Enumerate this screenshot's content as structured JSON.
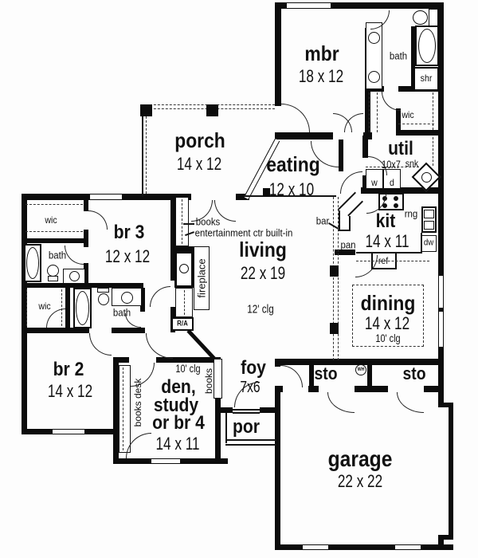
{
  "plan": {
    "rooms": {
      "mbr": {
        "name": "mbr",
        "dims": "18 x 12"
      },
      "bath_master": {
        "name": "bath"
      },
      "shr": {
        "name": "shr"
      },
      "wic_master": {
        "name": "wic"
      },
      "util": {
        "name": "util",
        "dims": "10x7"
      },
      "porch": {
        "name": "porch",
        "dims": "14 x 12"
      },
      "eating": {
        "name": "eating",
        "dims": "12 x 10"
      },
      "kit": {
        "name": "kit",
        "dims": "14 x 11"
      },
      "living": {
        "name": "living",
        "dims": "22 x 19",
        "ceiling": "12' clg"
      },
      "dining": {
        "name": "dining",
        "dims": "14 x 12",
        "ceiling": "10' clg"
      },
      "br3": {
        "name": "br 3",
        "dims": "12 x 12"
      },
      "wic_br3": {
        "name": "wic"
      },
      "bath_br3": {
        "name": "bath"
      },
      "wic_br2": {
        "name": "wic"
      },
      "bath_hall": {
        "name": "bath"
      },
      "br2": {
        "name": "br 2",
        "dims": "14 x 12"
      },
      "den": {
        "name_line1": "den,",
        "name_line2": "study",
        "name_line3": "or br 4",
        "dims": "14 x 11",
        "ceiling": "10' clg"
      },
      "foy": {
        "name": "foy",
        "dims": "7x6"
      },
      "por": {
        "name": "por"
      },
      "sto_left": {
        "name": "sto"
      },
      "sto_right": {
        "name": "sto"
      },
      "garage": {
        "name": "garage",
        "dims": "22 x 22"
      }
    },
    "fixtures": {
      "washer": "w",
      "dryer": "d",
      "sink": "snk",
      "range": "rng",
      "dishwasher": "dw",
      "refrigerator": "ref",
      "pantry": "pan",
      "bar": "bar",
      "return_air": "R/A",
      "water_heater": "WH",
      "fireplace": "fireplace"
    },
    "annotations": {
      "books_living": "books",
      "entertainment": "entertainment ctr built-in",
      "books_desk": "books desk",
      "books_den": "books"
    }
  }
}
